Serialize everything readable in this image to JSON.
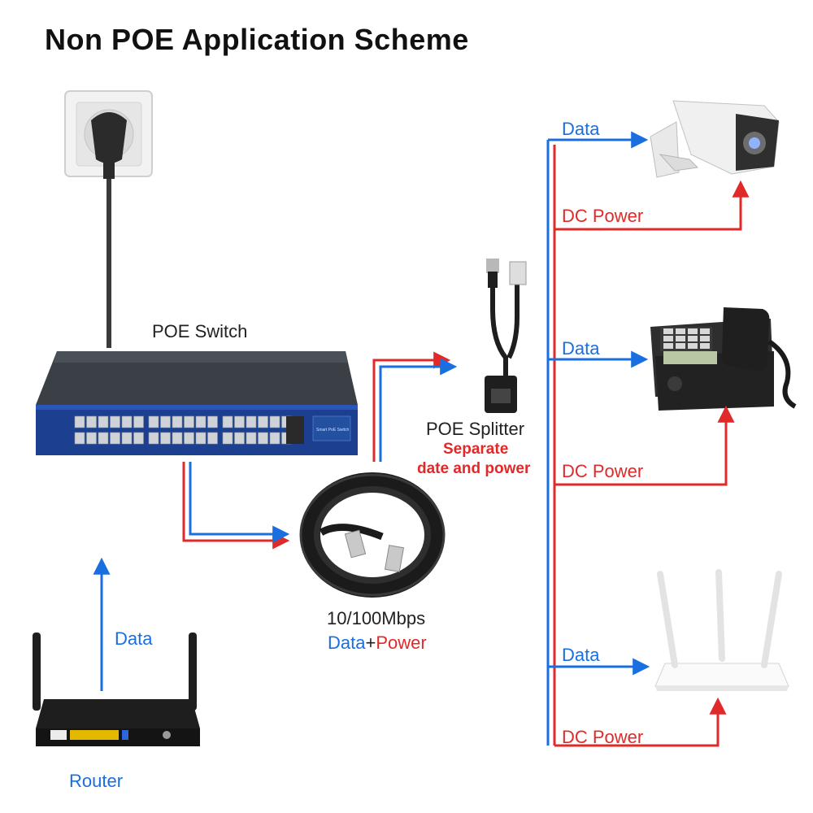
{
  "title": "Non POE Application Scheme",
  "colors": {
    "data": "#1a6fe0",
    "power": "#e02a2a"
  },
  "switch": {
    "label": "POE Switch",
    "panel_text": "Smart PoE Switch"
  },
  "splitter": {
    "label": "POE Splitter",
    "note_line1": "Separate",
    "note_line2": "date and power"
  },
  "cable": {
    "speed": "10/100Mbps",
    "data": "Data",
    "plus": "+",
    "power": "Power"
  },
  "router": {
    "label": "Router",
    "data": "Data"
  },
  "devices": [
    {
      "name": "camera",
      "data": "Data",
      "power": "DC Power"
    },
    {
      "name": "phone",
      "data": "Data",
      "power": "DC Power"
    },
    {
      "name": "wifi-router",
      "data": "Data",
      "power": "DC Power"
    }
  ]
}
